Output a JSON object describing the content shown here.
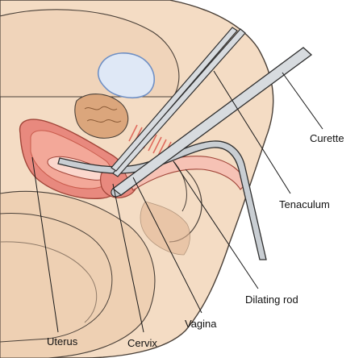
{
  "labels": {
    "curette": "Curette",
    "tenaculum": "Tenaculum",
    "dilating_rod": "Dilating rod",
    "vagina": "Vagina",
    "uterus": "Uterus",
    "cervix": "Cervix"
  },
  "colors": {
    "skin": "#f4dcc4",
    "skin_mid": "#efcfb2",
    "skin_dark": "#e2b694",
    "outline": "#4a4038",
    "uterus_outer": "#e8897e",
    "uterus_inner": "#f3a899",
    "cavity": "#fbd7cd",
    "bladder": "#dfe8f6",
    "bladder_edge": "#6f8fc4",
    "rectum": "#dba67c",
    "instrument": "#c9ced3",
    "instrument_edge": "#2e2e2e",
    "hatch": "#e06b5e",
    "leader": "#1a1a1a"
  }
}
